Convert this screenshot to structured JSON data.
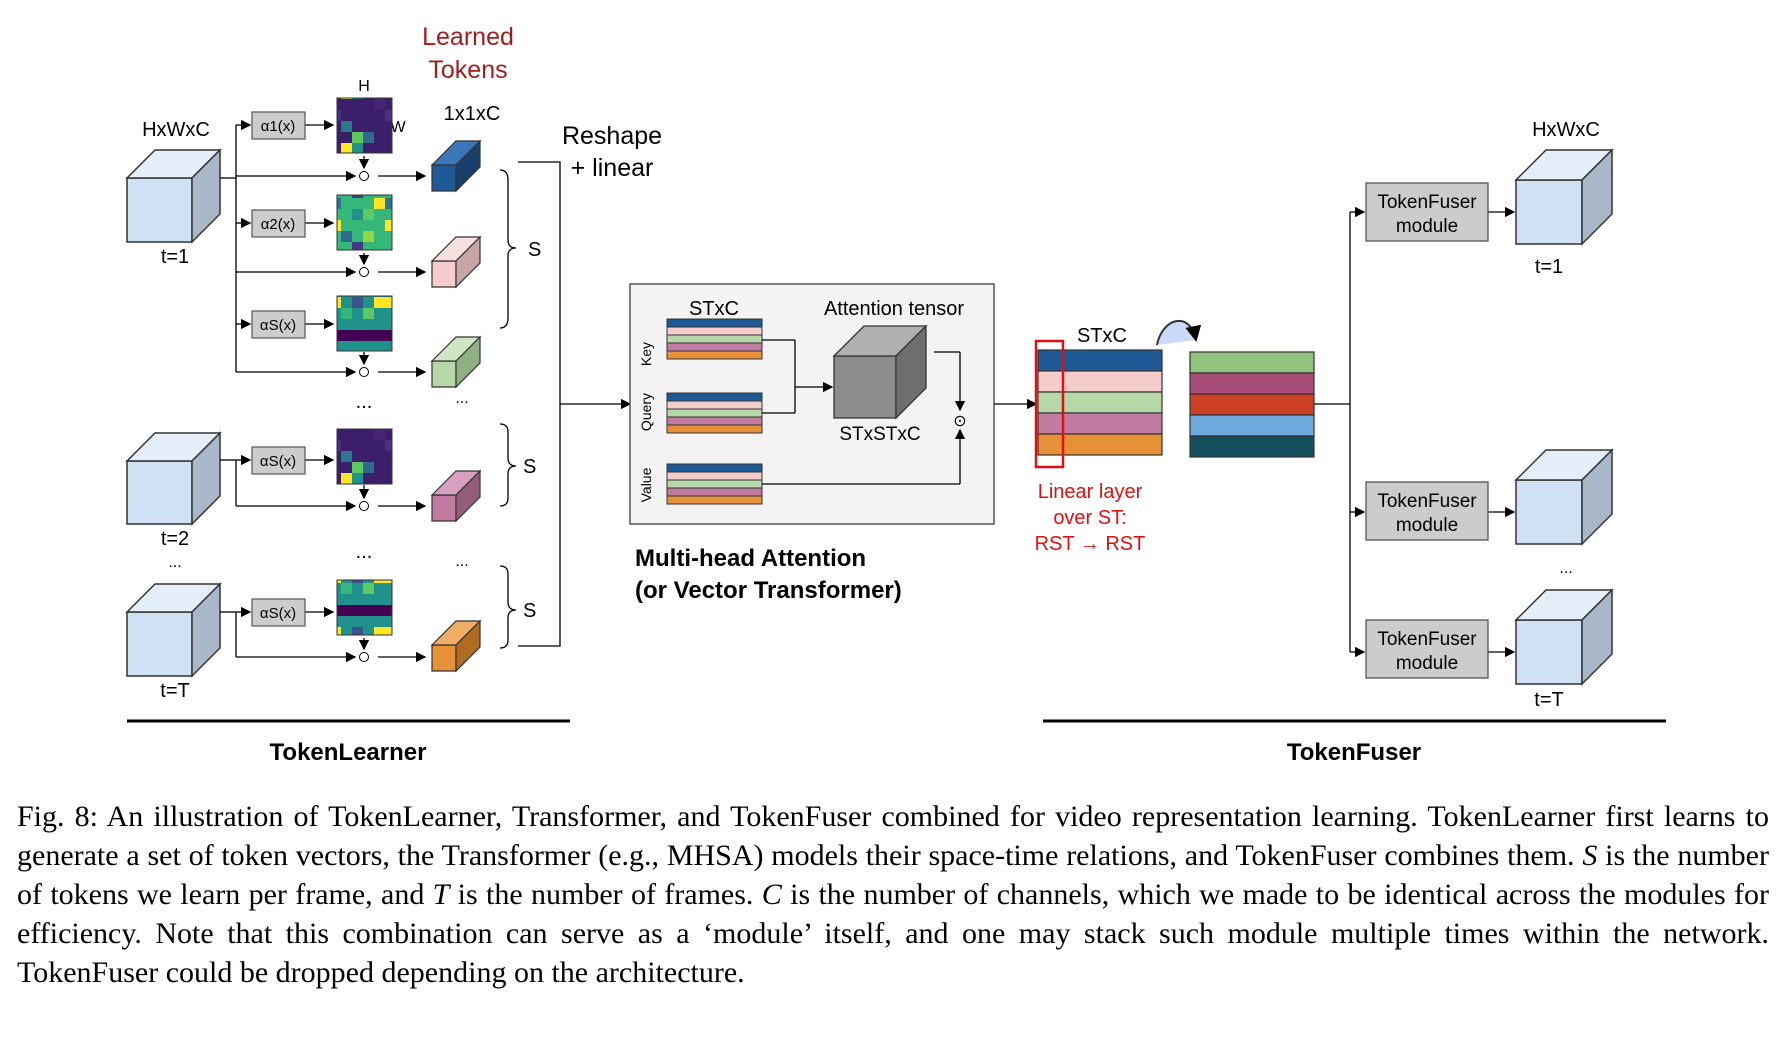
{
  "tokenlearner": {
    "learned_tokens_line1": "Learned",
    "learned_tokens_line2": "Tokens",
    "input_dim": "HxWxC",
    "h_label": "H",
    "w_label": "W",
    "token_dim": "1x1xC",
    "alpha1": "α1(x)",
    "alpha2": "α2(x)",
    "alphaS": "αS(x)",
    "frame1": "t=1",
    "frame2": "t=2",
    "frameT": "t=T",
    "s_label": "S",
    "ellipsis": "...",
    "reshape_line1": "Reshape",
    "reshape_line2": "+ linear",
    "section_title": "TokenLearner"
  },
  "attention": {
    "stxc": "STxC",
    "tensor_label": "Attention tensor",
    "tensor_dim": "STxSTxC",
    "key": "Key",
    "query": "Query",
    "value": "Value",
    "odot": "⊙",
    "title_line1": "Multi-head Attention",
    "title_line2": "(or Vector Transformer)"
  },
  "tokenfuser": {
    "stxc": "STxC",
    "linear_line1": "Linear layer",
    "linear_line2": "over ST:",
    "linear_line3": "RST → RST",
    "output_dim": "HxWxC",
    "module_line1": "TokenFuser",
    "module_line2": "module",
    "frame1": "t=1",
    "frameT": "t=T",
    "ellipsis": "...",
    "section_title": "TokenFuser"
  },
  "colors": {
    "blue": "#1f5a96",
    "pink": "#f4cccc",
    "green": "#b6d7a8",
    "magenta": "#c27ba0",
    "orange": "#e69138",
    "red_label": "#e01010",
    "dark_red_title": "#a61c1c",
    "fused_green": "#93c47d",
    "fused_purple": "#a64d79",
    "fused_red": "#cc4125",
    "fused_lightblue": "#6fa8dc",
    "fused_teal": "#134f5c",
    "cube_face": "#cfe2f3",
    "module_fill": "#cccccc"
  },
  "caption": {
    "p1": "Fig. 8: An illustration of TokenLearner, Transformer, and TokenFuser combined for video representation learning. TokenLearner first learns to generate a set of token vectors, the Transformer (e.g., MHSA) models their space-time relations, and TokenFuser combines them. ",
    "S": "S",
    "p2": " is the number of tokens we learn per frame, and ",
    "T": "T",
    "p3": " is the number of frames. ",
    "C": "C",
    "p4": " is the number of channels, which we made to be identical across the modules for efficiency. Note that this combination can serve as a ‘module’ itself, and one may stack such module multiple times within the network. TokenFuser could be dropped depending on the architecture."
  }
}
